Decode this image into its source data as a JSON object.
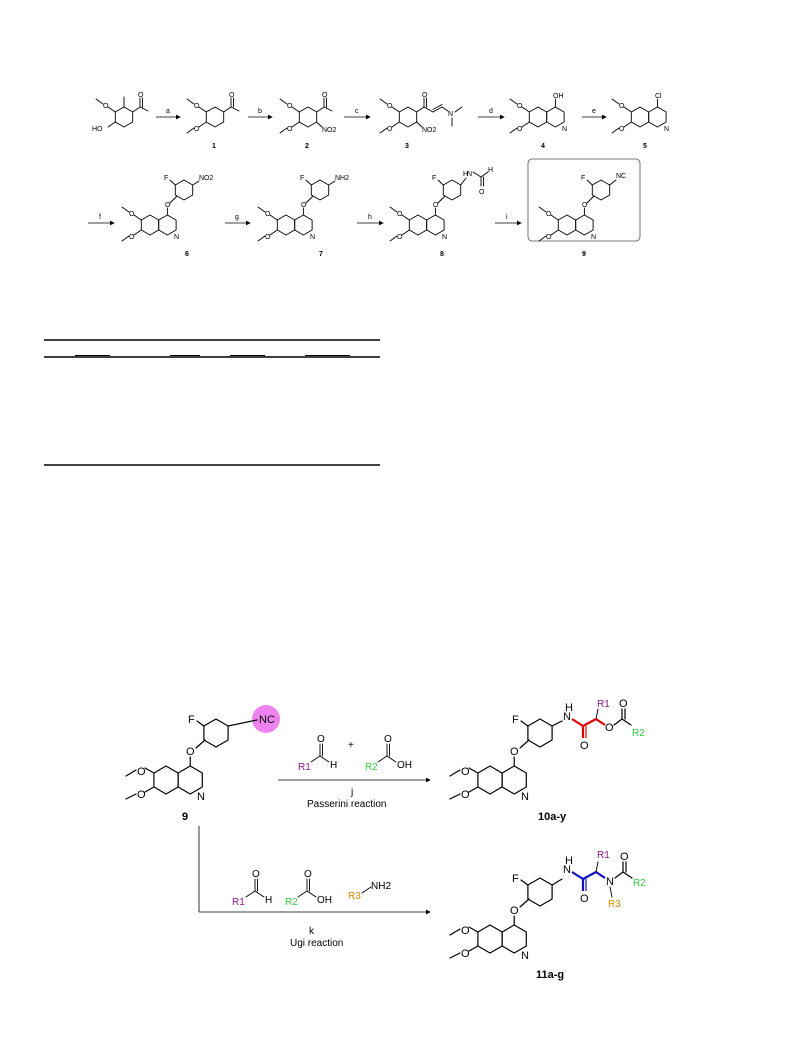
{
  "scheme1": {
    "steps": [
      "a",
      "b",
      "c",
      "d",
      "e",
      "f",
      "g",
      "h",
      "i"
    ],
    "compounds": [
      "1",
      "2",
      "3",
      "4",
      "5",
      "6",
      "7",
      "8",
      "9"
    ],
    "atoms": {
      "F": "F",
      "O": "O",
      "N": "N",
      "H": "H",
      "OH": "OH",
      "Cl": "Cl",
      "NC": "NC",
      "NH2": "NH2",
      "NO2": "NO2",
      "HO": "HO"
    }
  },
  "scheme2": {
    "start_compound": "9",
    "passerini": {
      "reagent_label": "j",
      "reaction_name": "Passerini reaction",
      "plus": "+",
      "product_label": "10a-y"
    },
    "ugi": {
      "reagent_label": "k",
      "reaction_name": "Ugi reaction",
      "product_label": "11a-g"
    },
    "groups": {
      "R1": "R1",
      "R2": "R2",
      "R3": "R3"
    },
    "colors": {
      "R1": "#8b1a8b",
      "R2": "#2ecc40",
      "R3": "#e68a00",
      "isocyanide_highlight": "#ee82ee",
      "passerini_bonds": "#e00000",
      "ugi_bonds": "#1010c0"
    }
  }
}
